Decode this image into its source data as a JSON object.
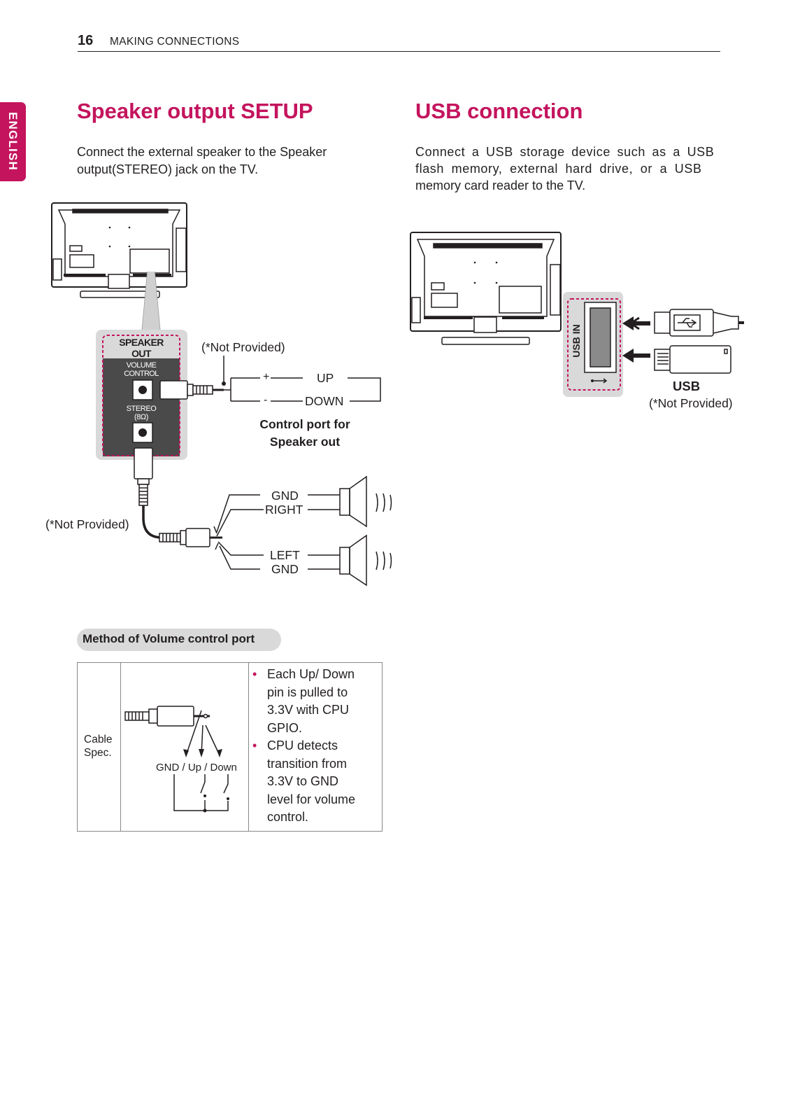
{
  "header": {
    "page_number": "16",
    "section": "MAKING CONNECTIONS"
  },
  "side_tab": {
    "label": "ENGLISH"
  },
  "speaker": {
    "title": "Speaker output SETUP",
    "intro_line1": "Connect the external speaker to the Speaker",
    "intro_line2": "output(STEREO) jack on the TV.",
    "panel_title_1": "SPEAKER",
    "panel_title_2": "OUT",
    "volume_control_1": "VOLUME",
    "volume_control_2": "CONTROL",
    "stereo_1": "STEREO",
    "stereo_2": "(8Ω)",
    "not_provided_top": "(*Not Provided)",
    "plus": "+",
    "minus": "-",
    "up": "UP",
    "down": "DOWN",
    "control_caption_1": "Control port for",
    "control_caption_2": "Speaker out",
    "not_provided_left": "(*Not Provided)",
    "gnd_1": "GND",
    "right": "RIGHT",
    "left": "LEFT",
    "gnd_2": "GND"
  },
  "usb": {
    "title": "USB connection",
    "intro_line1": "Connect a USB storage device such as a USB",
    "intro_line2": "flash memory, external hard drive, or a USB",
    "intro_line3": "memory card reader to the TV.",
    "usb_in": "USB IN",
    "usb_label": "USB",
    "not_provided": "(*Not Provided)"
  },
  "method": {
    "heading": "Method of Volume control port",
    "cable_spec_1": "Cable",
    "cable_spec_2": "Spec.",
    "pins_label": "GND / Up / Down",
    "bullet1_lines": [
      "Each Up/ Down",
      "pin is pulled to",
      "3.3V with CPU",
      "GPIO."
    ],
    "bullet2_lines": [
      "CPU detects",
      "transition from",
      "3.3V to GND",
      "level for volume",
      "control."
    ],
    "bullet_char": "•"
  },
  "colors": {
    "accent": "#c4145d",
    "text": "#231f20"
  }
}
